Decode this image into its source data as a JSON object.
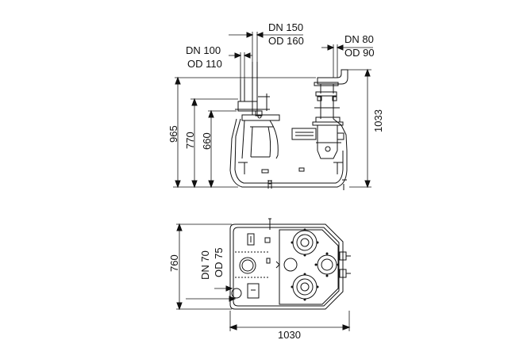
{
  "side_view": {
    "dims": {
      "dn150": "DN 150",
      "od160": "OD 160",
      "dn100": "DN 100",
      "od110": "OD 110",
      "dn80": "DN 80",
      "od90": "OD 90",
      "h965": "965",
      "h770": "770",
      "h660": "660",
      "h1033": "1033"
    }
  },
  "top_view": {
    "dims": {
      "dn70": "DN 70",
      "od75": "OD 75",
      "h760": "760",
      "w1030": "1030"
    }
  }
}
